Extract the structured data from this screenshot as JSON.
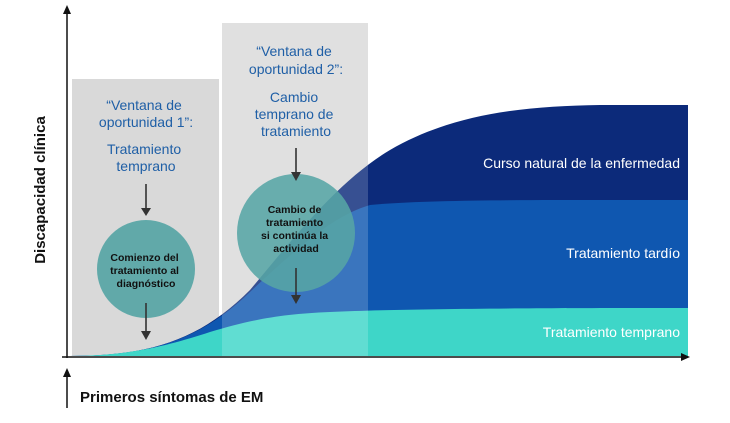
{
  "y_axis_label": "Discapacidad clínica",
  "x_axis_label": "Primeros síntomas de EM",
  "window_1": {
    "heading_lines": [
      "“Ventana de",
      "oportunidad 1”:"
    ],
    "subheading_lines": [
      "Tratamiento",
      "temprano"
    ],
    "circle_lines": [
      "Comienzo del",
      "tratamiento al",
      "diagnóstico"
    ]
  },
  "window_2": {
    "heading_lines": [
      "“Ventana de",
      "oportunidad 2”:"
    ],
    "subheading_lines": [
      "Cambio",
      "temprano de",
      "tratamiento"
    ],
    "circle_lines": [
      "Cambio de",
      "tratamiento",
      "si continúa la",
      "actividad"
    ]
  },
  "curves": {
    "natural": "Curso natural de la enfermedad",
    "late": "Tratamiento tardío",
    "early": "Tratamiento temprano"
  },
  "colors": {
    "natural": "#0c2a7a",
    "late": "#0f57b0",
    "early": "#3ed6c8",
    "window_bg": "#d9d9d9",
    "heading_blue": "#1f5fa6",
    "circle": "#57a5a5",
    "axis": "#111111"
  }
}
